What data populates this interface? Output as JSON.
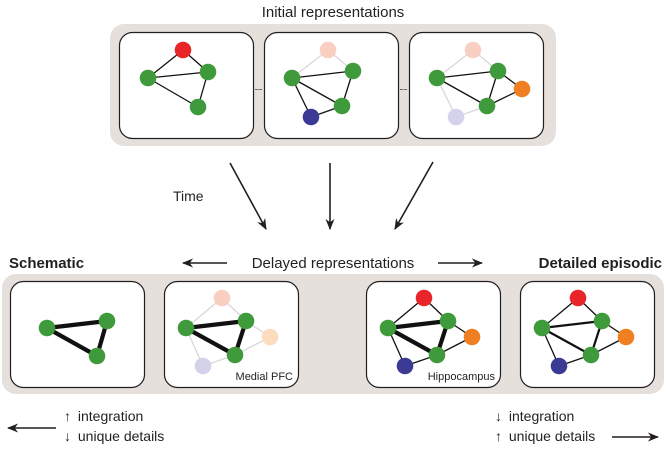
{
  "colors": {
    "container_bg": "#e6e0dc",
    "panel_border": "#231f20",
    "panel_bg": "#ffffff",
    "text": "#231f20",
    "edge_strong": "#111111",
    "edge_faint": "#d8d8dc",
    "nodes": {
      "green": "#3f9a3b",
      "red": "#e8262a",
      "navy": "#3b3b95",
      "orange": "#f07f22",
      "pink_faint": "#f9cfc2",
      "peach_faint": "#fcdcbf",
      "lavender_faint": "#d4d2ea"
    }
  },
  "top": {
    "title": "Initial representations",
    "separator": "......",
    "panels": [
      {
        "id": "initial-1",
        "label": "",
        "nodes": [
          {
            "id": "a",
            "color": "red"
          },
          {
            "id": "b",
            "color": "green"
          },
          {
            "id": "c",
            "color": "green"
          },
          {
            "id": "d",
            "color": "green"
          }
        ],
        "edges": [
          {
            "from": "b",
            "to": "a",
            "style": "thin"
          },
          {
            "from": "a",
            "to": "c",
            "style": "thin"
          },
          {
            "from": "b",
            "to": "c",
            "style": "thin"
          },
          {
            "from": "b",
            "to": "d",
            "style": "thin"
          },
          {
            "from": "c",
            "to": "d",
            "style": "thin"
          }
        ]
      },
      {
        "id": "initial-2",
        "label": "",
        "nodes": [
          {
            "id": "a",
            "color": "pink_faint"
          },
          {
            "id": "b",
            "color": "green"
          },
          {
            "id": "c",
            "color": "green"
          },
          {
            "id": "d",
            "color": "green"
          },
          {
            "id": "e",
            "color": "navy"
          }
        ],
        "edges": [
          {
            "from": "b",
            "to": "a",
            "style": "faint"
          },
          {
            "from": "a",
            "to": "c",
            "style": "faint"
          },
          {
            "from": "b",
            "to": "c",
            "style": "thin"
          },
          {
            "from": "b",
            "to": "d",
            "style": "thin"
          },
          {
            "from": "c",
            "to": "d",
            "style": "thin"
          },
          {
            "from": "b",
            "to": "e",
            "style": "thin"
          },
          {
            "from": "e",
            "to": "d",
            "style": "thin"
          }
        ]
      },
      {
        "id": "initial-3",
        "label": "",
        "nodes": [
          {
            "id": "a",
            "color": "pink_faint"
          },
          {
            "id": "b",
            "color": "green"
          },
          {
            "id": "c",
            "color": "green"
          },
          {
            "id": "f",
            "color": "orange"
          },
          {
            "id": "d",
            "color": "green"
          },
          {
            "id": "e",
            "color": "lavender_faint"
          }
        ],
        "edges": [
          {
            "from": "b",
            "to": "a",
            "style": "faint"
          },
          {
            "from": "a",
            "to": "c",
            "style": "faint"
          },
          {
            "from": "b",
            "to": "c",
            "style": "thin"
          },
          {
            "from": "b",
            "to": "d",
            "style": "thin"
          },
          {
            "from": "c",
            "to": "d",
            "style": "thin"
          },
          {
            "from": "c",
            "to": "f",
            "style": "thin"
          },
          {
            "from": "d",
            "to": "f",
            "style": "thin"
          },
          {
            "from": "b",
            "to": "e",
            "style": "faint"
          },
          {
            "from": "e",
            "to": "d",
            "style": "faint"
          }
        ]
      }
    ]
  },
  "time_label": "Time",
  "middle": {
    "left_label": "Schematic",
    "center_label": "Delayed representations",
    "right_label": "Detailed episodic"
  },
  "bottom": {
    "panels": [
      {
        "id": "schematic",
        "label": "",
        "nodes": [
          {
            "id": "b",
            "color": "green"
          },
          {
            "id": "c",
            "color": "green"
          },
          {
            "id": "d",
            "color": "green"
          }
        ],
        "edges": [
          {
            "from": "b",
            "to": "c",
            "style": "thick"
          },
          {
            "from": "b",
            "to": "d",
            "style": "thick"
          },
          {
            "from": "c",
            "to": "d",
            "style": "thick"
          }
        ]
      },
      {
        "id": "medial-pfc",
        "label": "Medial PFC",
        "nodes": [
          {
            "id": "a",
            "color": "pink_faint"
          },
          {
            "id": "b",
            "color": "green"
          },
          {
            "id": "c",
            "color": "green"
          },
          {
            "id": "f",
            "color": "peach_faint"
          },
          {
            "id": "d",
            "color": "green"
          },
          {
            "id": "e",
            "color": "lavender_faint"
          }
        ],
        "edges": [
          {
            "from": "b",
            "to": "a",
            "style": "faint"
          },
          {
            "from": "a",
            "to": "c",
            "style": "faint"
          },
          {
            "from": "c",
            "to": "f",
            "style": "faint"
          },
          {
            "from": "d",
            "to": "f",
            "style": "faint"
          },
          {
            "from": "b",
            "to": "e",
            "style": "faint"
          },
          {
            "from": "e",
            "to": "d",
            "style": "faint"
          },
          {
            "from": "b",
            "to": "c",
            "style": "thick"
          },
          {
            "from": "b",
            "to": "d",
            "style": "thick"
          },
          {
            "from": "c",
            "to": "d",
            "style": "thick"
          }
        ]
      },
      {
        "id": "hippocampus",
        "label": "Hippocampus",
        "nodes": [
          {
            "id": "a",
            "color": "red"
          },
          {
            "id": "b",
            "color": "green"
          },
          {
            "id": "c",
            "color": "green"
          },
          {
            "id": "f",
            "color": "orange"
          },
          {
            "id": "d",
            "color": "green"
          },
          {
            "id": "e",
            "color": "navy"
          }
        ],
        "edges": [
          {
            "from": "b",
            "to": "a",
            "style": "thin"
          },
          {
            "from": "a",
            "to": "c",
            "style": "thin"
          },
          {
            "from": "c",
            "to": "f",
            "style": "thin"
          },
          {
            "from": "d",
            "to": "f",
            "style": "thin"
          },
          {
            "from": "b",
            "to": "e",
            "style": "thin"
          },
          {
            "from": "e",
            "to": "d",
            "style": "thin"
          },
          {
            "from": "b",
            "to": "c",
            "style": "thick"
          },
          {
            "from": "b",
            "to": "d",
            "style": "thick"
          },
          {
            "from": "c",
            "to": "d",
            "style": "thick"
          }
        ]
      },
      {
        "id": "detailed-episodic",
        "label": "",
        "nodes": [
          {
            "id": "a",
            "color": "red"
          },
          {
            "id": "b",
            "color": "green"
          },
          {
            "id": "c",
            "color": "green"
          },
          {
            "id": "f",
            "color": "orange"
          },
          {
            "id": "d",
            "color": "green"
          },
          {
            "id": "e",
            "color": "navy"
          }
        ],
        "edges": [
          {
            "from": "b",
            "to": "a",
            "style": "thin"
          },
          {
            "from": "a",
            "to": "c",
            "style": "thin"
          },
          {
            "from": "c",
            "to": "f",
            "style": "thin"
          },
          {
            "from": "d",
            "to": "f",
            "style": "thin"
          },
          {
            "from": "b",
            "to": "e",
            "style": "thin"
          },
          {
            "from": "e",
            "to": "d",
            "style": "thin"
          },
          {
            "from": "b",
            "to": "c",
            "style": "medium"
          },
          {
            "from": "b",
            "to": "d",
            "style": "medium"
          },
          {
            "from": "c",
            "to": "d",
            "style": "medium"
          }
        ]
      }
    ]
  },
  "footer": {
    "left": {
      "line1_arrow": "↑",
      "line1": "integration",
      "line2_arrow": "↓",
      "line2": "unique details"
    },
    "right": {
      "line1_arrow": "↓",
      "line1": "integration",
      "line2_arrow": "↑",
      "line2": "unique details"
    }
  }
}
